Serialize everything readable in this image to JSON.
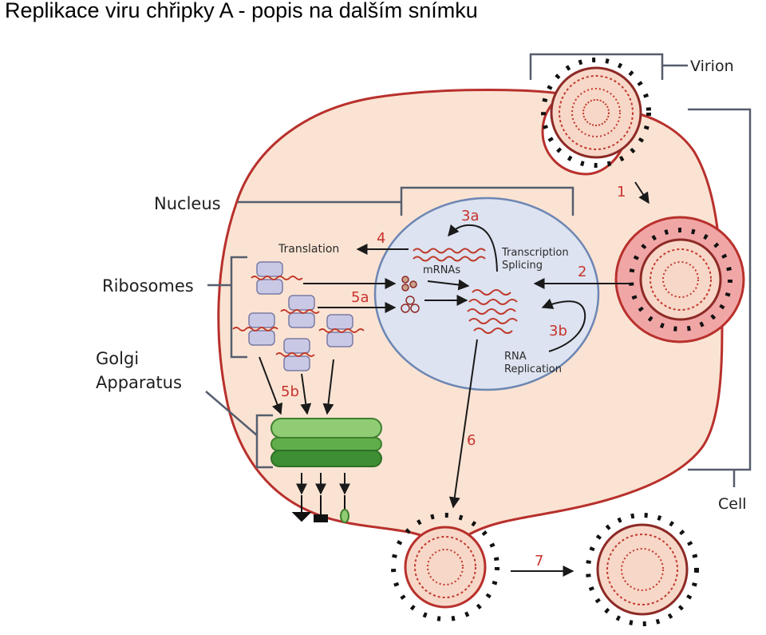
{
  "title": "Replikace viru chřipky A - popis na dalším snímku",
  "labels": {
    "virion": "Virion",
    "nucleus": "Nucleus",
    "ribosomes": "Ribosomes",
    "golgi_line1": "Golgi",
    "golgi_line2": "Apparatus",
    "cell": "Cell",
    "translation": "Translation",
    "mrnas": "mRNAs",
    "transcription": "Transcription",
    "splicing": "Splicing",
    "rna": "RNA",
    "replication": "Replication"
  },
  "steps": {
    "s1": "1",
    "s2": "2",
    "s3a": "3a",
    "s3b": "3b",
    "s4": "4",
    "s5a": "5a",
    "s5b": "5b",
    "s6": "6",
    "s7": "7"
  },
  "colors": {
    "cell_fill": "#fbe3d3",
    "cell_stroke": "#b8302c",
    "nucleus_fill": "#dde3f0",
    "nucleus_stroke": "#6d86b3",
    "step_label": "#c8322d",
    "rna": "#c0392b",
    "ribosome": "#c9c9e6",
    "golgi": "#5fae4b",
    "bracket": "#555e6e"
  }
}
